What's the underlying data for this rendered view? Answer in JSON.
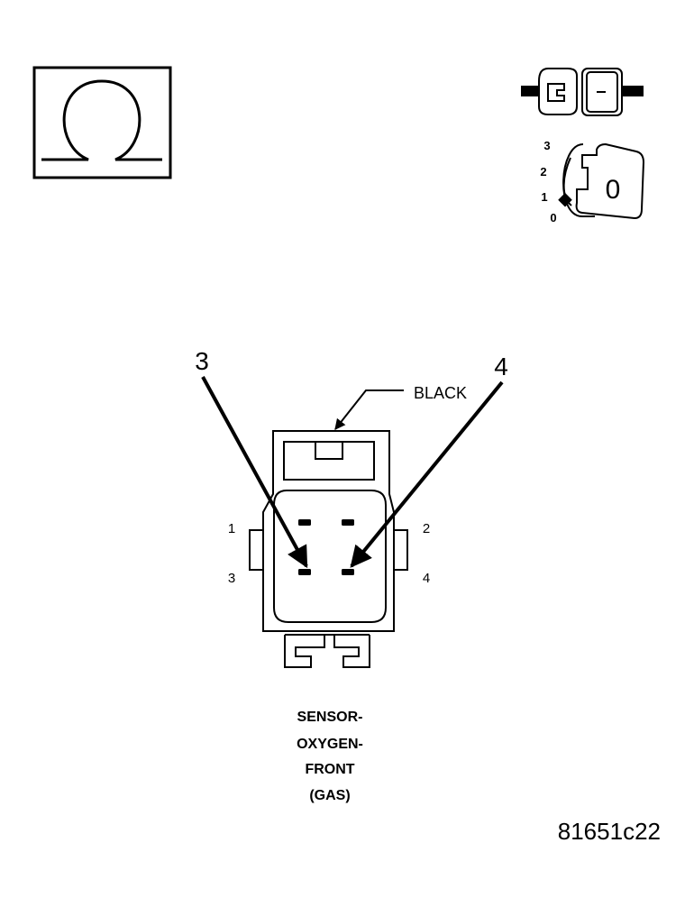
{
  "icons": {
    "ohmmeter": "ohm-symbol",
    "connector": "disconnect-connector",
    "ignition": "ignition-switch-off",
    "ignition_key_label": "0",
    "ignition_positions": [
      "3",
      "2",
      "1",
      "0"
    ]
  },
  "connector": {
    "callout_left": "3",
    "callout_right": "4",
    "color_label": "BLACK",
    "pin_labels": [
      "1",
      "2",
      "3",
      "4"
    ]
  },
  "caption": [
    "SENSOR-",
    "OXYGEN-",
    "FRONT",
    "(GAS)"
  ],
  "figure_id": "81651c22"
}
